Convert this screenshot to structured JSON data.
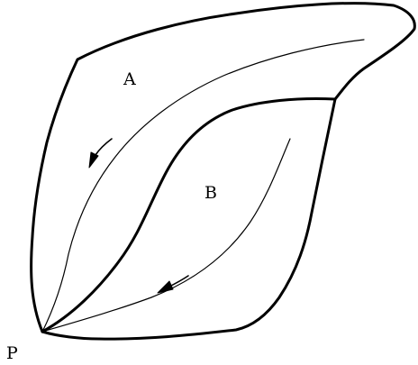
{
  "diagram": {
    "labels": {
      "region_a": "A",
      "region_b": "B",
      "point_p": "P"
    }
  }
}
